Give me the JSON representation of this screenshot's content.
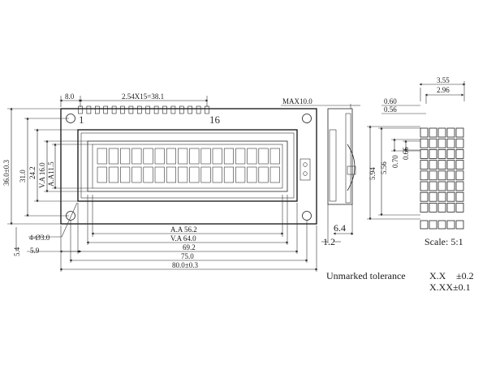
{
  "dimensions": {
    "pin_pitch": "8.0",
    "pin_row": "2.54X15=38.1",
    "max_thickness": "MAX10.0",
    "height_outer": "36.0±0.3",
    "height_mount": "31.0",
    "height_va": "24.2",
    "va_height": "V.A 16.0",
    "aa_height": "A.A11.5",
    "hole_spec": "4-Ø3.0",
    "left_offset_a": "5.4",
    "left_offset_b": "5.9",
    "aa_width": "A.A 56.2",
    "va_width": "V.A 64.0",
    "bezel_width": "69.2",
    "hole_span": "75.0",
    "board_width": "80.0±0.3",
    "side_thin": "1.2",
    "side_thick": "6.4",
    "dot_total_w": "3.55",
    "dot_w_inner": "2.96",
    "dot_pitch_a": "0.60",
    "dot_pitch_b": "0.56",
    "char_h_outer": "5.94",
    "char_h_inner": "5.56",
    "dot_h_a": "0.70",
    "dot_h_b": "0.66"
  },
  "labels": {
    "pin_first": "1",
    "pin_last": "16",
    "scale": "Scale: 5:1",
    "tolerance_label": "Unmarked tolerance",
    "tol_xx": "X.X",
    "tol_xx_val": "±0.2",
    "tol_xxx": "X.XX±0.1"
  }
}
